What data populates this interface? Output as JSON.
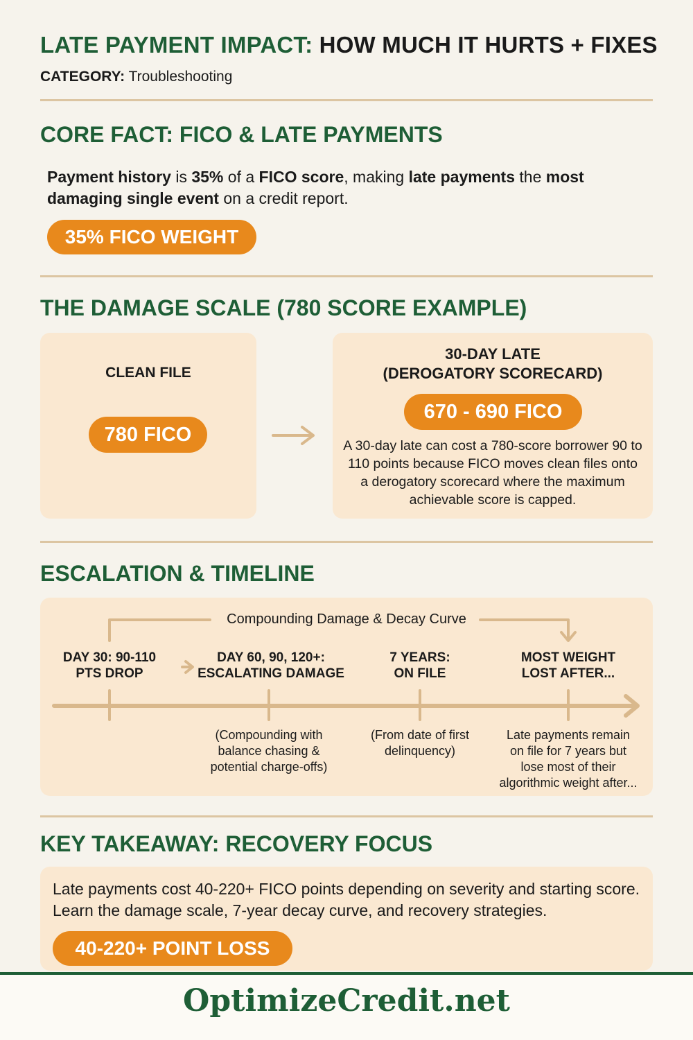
{
  "header": {
    "title_prefix": "LATE PAYMENT IMPACT:",
    "title_rest": "HOW MUCH IT HURTS + FIXES",
    "category_label": "CATEGORY:",
    "category_value": "Troubleshooting"
  },
  "core_fact": {
    "heading": "CORE FACT: FICO & LATE PAYMENTS",
    "text_parts": [
      "Payment history",
      " is ",
      "35%",
      " of a ",
      "FICO score",
      ", making ",
      "late payments",
      " the ",
      "most damaging single event",
      " on a credit report."
    ],
    "badge": "35% FICO WEIGHT"
  },
  "damage_scale": {
    "heading": "THE DAMAGE SCALE (780 SCORE EXAMPLE)",
    "clean": {
      "title": "CLEAN FILE",
      "badge": "780 FICO"
    },
    "late": {
      "title_line1": "30-DAY LATE",
      "title_line2": "(DEROGATORY SCORECARD)",
      "badge": "670 - 690 FICO",
      "description": "A 30-day late can cost a 780-score borrower 90 to 110 points because FICO moves clean files onto a derogatory scorecard where the maximum achievable score is capped."
    }
  },
  "timeline": {
    "heading": "ESCALATION & TIMELINE",
    "curve_label": "Compounding Damage & Decay Curve",
    "points": [
      {
        "label1": "DAY 30: 90-110",
        "label2": "PTS DROP",
        "note": []
      },
      {
        "label1": "DAY 60, 90, 120+:",
        "label2": "ESCALATING DAMAGE",
        "note": [
          "(Compounding with",
          "balance chasing &",
          "potential charge-offs)"
        ]
      },
      {
        "label1": "7 YEARS:",
        "label2": "ON FILE",
        "note": [
          "(From date of first",
          "delinquency)"
        ]
      },
      {
        "label1": "MOST WEIGHT",
        "label2": "LOST AFTER...",
        "note": [
          "Late payments remain",
          "on file for 7 years but",
          "lose most of their",
          "algorithmic weight after..."
        ]
      }
    ]
  },
  "takeaway": {
    "heading": "KEY TAKEAWAY: RECOVERY FOCUS",
    "text": "Late payments cost 40-220+ FICO points depending on severity and starting score. Learn the damage scale, 7-year decay curve, and recovery strategies.",
    "badge": "40-220+ POINT LOSS"
  },
  "footer": {
    "brand": "OptimizeCredit.net"
  },
  "colors": {
    "brand_green": "#1e5e36",
    "accent_orange": "#e8891c",
    "panel": "#fae8d1",
    "timeline_tan": "#d9b88c"
  }
}
